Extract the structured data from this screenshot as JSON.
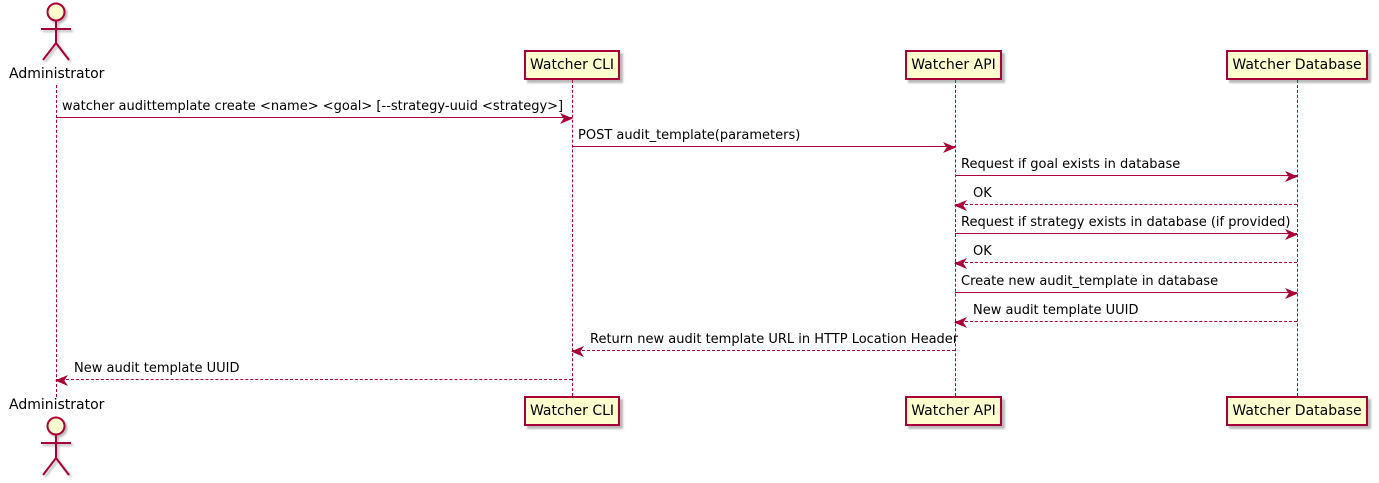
{
  "diagram": {
    "type": "plantuml-sequence",
    "colors": {
      "participant_fill": "#FEFECE",
      "participant_border": "#A80036",
      "line_color": "#A80036",
      "text_color": "#000000",
      "background": "#FFFFFF"
    },
    "actor": {
      "name": "Administrator"
    },
    "participants": [
      {
        "label": "Watcher CLI"
      },
      {
        "label": "Watcher API"
      },
      {
        "label": "Watcher Database"
      }
    ],
    "messages": [
      {
        "from": "Administrator",
        "to": "Watcher CLI",
        "line": "solid",
        "direction": "right",
        "text": "watcher audittemplate create <name> <goal> [--strategy-uuid <strategy>]"
      },
      {
        "from": "Watcher CLI",
        "to": "Watcher API",
        "line": "solid",
        "direction": "right",
        "text": "POST audit_template(parameters)"
      },
      {
        "from": "Watcher API",
        "to": "Watcher Database",
        "line": "solid",
        "direction": "right",
        "text": "Request if goal exists in database"
      },
      {
        "from": "Watcher Database",
        "to": "Watcher API",
        "line": "dashed",
        "direction": "left",
        "text": "OK"
      },
      {
        "from": "Watcher API",
        "to": "Watcher Database",
        "line": "solid",
        "direction": "right",
        "text": "Request if strategy exists in database (if provided)"
      },
      {
        "from": "Watcher Database",
        "to": "Watcher API",
        "line": "dashed",
        "direction": "left",
        "text": "OK"
      },
      {
        "from": "Watcher API",
        "to": "Watcher Database",
        "line": "solid",
        "direction": "right",
        "text": "Create new audit_template in database"
      },
      {
        "from": "Watcher Database",
        "to": "Watcher API",
        "line": "dashed",
        "direction": "left",
        "text": "New audit template UUID"
      },
      {
        "from": "Watcher API",
        "to": "Watcher CLI",
        "line": "dashed",
        "direction": "left",
        "text": "Return new audit template URL in HTTP Location Header"
      },
      {
        "from": "Watcher CLI",
        "to": "Administrator",
        "line": "dashed",
        "direction": "left",
        "text": "New audit template UUID"
      }
    ]
  }
}
